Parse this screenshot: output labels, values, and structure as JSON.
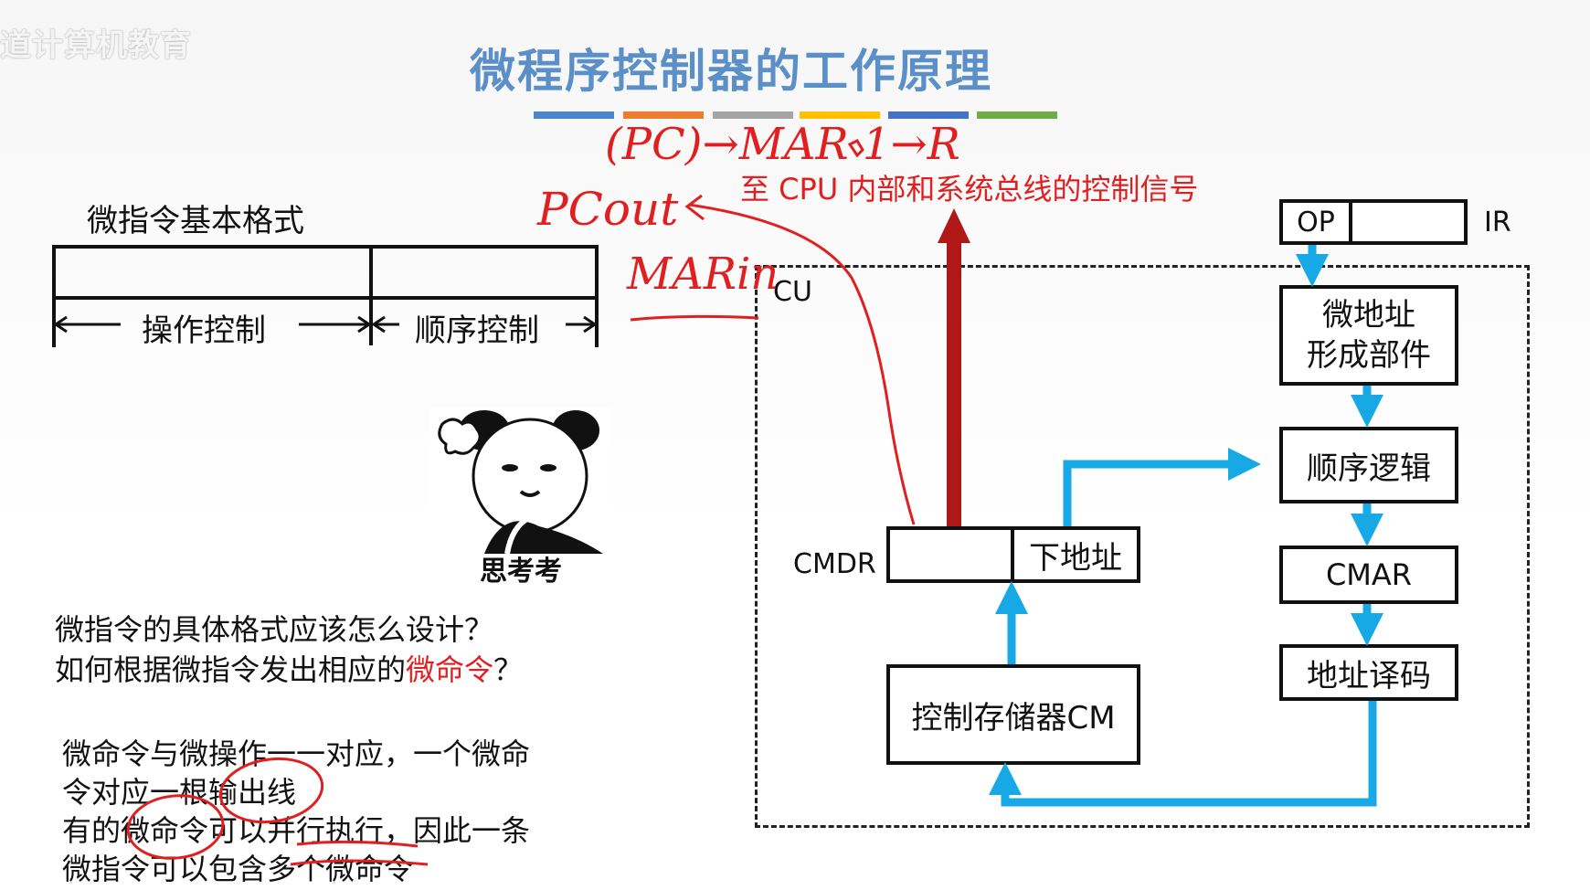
{
  "watermark": "道计算机教育",
  "title": "微程序控制器的工作原理",
  "color_bars": [
    "#4a86c8",
    "#ed7d31",
    "#a5a5a5",
    "#ffc000",
    "#4472c4",
    "#70ad47"
  ],
  "format": {
    "title": "微指令基本格式",
    "field1": "操作控制",
    "field2": "顺序控制"
  },
  "panda_caption": "思考考",
  "questions": {
    "q1": "微指令的具体格式应该怎么设计？",
    "q2_prefix": "如何根据微指令发出相应的",
    "q2_red": "微命令",
    "q2_suffix": "？"
  },
  "notes": {
    "line1": "微命令与微操作一一对应，一个微命",
    "line2": "令对应一根输出线",
    "line3": "有的微命令可以并行执行，因此一条",
    "line4": "微指令可以包含多个微命令"
  },
  "diagram": {
    "cu_label": "CU",
    "op_label": "OP",
    "ir_label": "IR",
    "addr_gen": "微地址\n形成部件",
    "seq_logic": "顺序逻辑",
    "cmar": "CMAR",
    "addr_decode": "地址译码",
    "cm": "控制存储器CM",
    "cmdr_label": "CMDR",
    "next_addr": "下地址",
    "signal_text": "至 CPU 内部和系统总线的控制信号"
  },
  "annotations": {
    "top": "(PC)→MAR  1→R",
    "pcout": "PCout",
    "marin": "MARin"
  },
  "colors": {
    "title": "#5b8fc7",
    "flow_arrow": "#17a9e6",
    "signal_arrow": "#b01818",
    "annotation": "#e02020"
  }
}
